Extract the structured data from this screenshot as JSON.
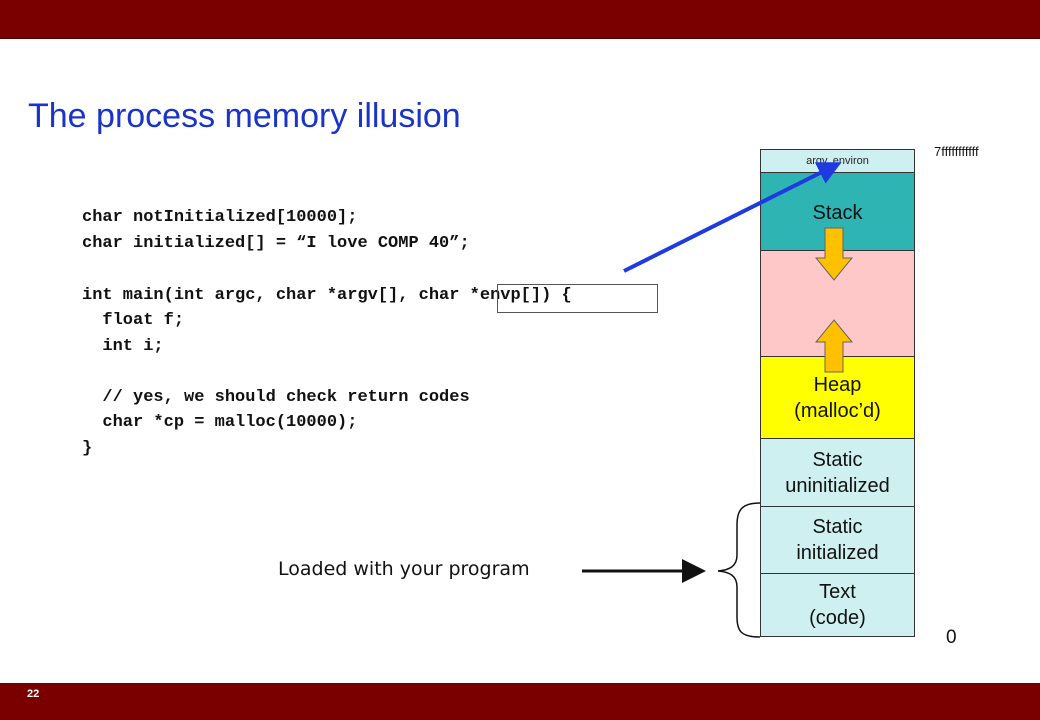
{
  "slide": {
    "title": "The process memory illusion",
    "page_number": "22",
    "colors": {
      "bar": "#7a0000",
      "title": "#1a33c8",
      "arrow": "#1f3be0"
    }
  },
  "code": {
    "lines": [
      "char notInitialized[10000];",
      "char initialized[] = “I love COMP 40”;",
      "int main(int argc, char *argv[], char *envp[]) {",
      "  float f;",
      "  int i;",
      "  // yes, we should check return codes",
      "  char *cp = malloc(10000);",
      "}"
    ]
  },
  "memory": {
    "top_address": "7fffffffffff",
    "bottom_address": "0",
    "regions": [
      {
        "label": "argv, environ",
        "color": "#cff0f0"
      },
      {
        "label": "Stack",
        "color": "#2fb4b4"
      },
      {
        "label": "",
        "color": "#ffc8c8"
      },
      {
        "label": "Heap\n(malloc’d)",
        "color": "#ffff00"
      },
      {
        "label": "Static\nuninitialized",
        "color": "#cff0f0"
      },
      {
        "label": "Static\ninitialized",
        "color": "#cff0f0"
      },
      {
        "label": "Text\n(code)",
        "color": "#cff0f0"
      }
    ]
  },
  "annotation": {
    "loaded_label": "Loaded with your program"
  }
}
